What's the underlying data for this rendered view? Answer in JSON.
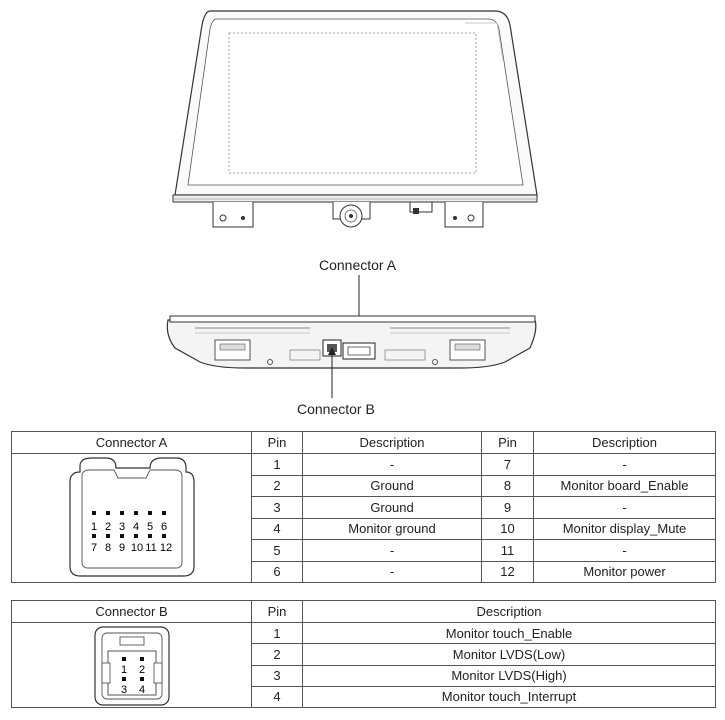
{
  "diagram": {
    "connector_a_callout": "Connector A",
    "connector_b_callout": "Connector B"
  },
  "table_a": {
    "headers": [
      "Connector A",
      "Pin",
      "Description",
      "Pin",
      "Description"
    ],
    "face_pins_top": [
      "1",
      "2",
      "3",
      "4",
      "5",
      "6"
    ],
    "face_pins_bottom": [
      "7",
      "8",
      "9",
      "10",
      "11",
      "12"
    ],
    "rows": [
      {
        "pin_left": "1",
        "desc_left": "-",
        "pin_right": "7",
        "desc_right": "-"
      },
      {
        "pin_left": "2",
        "desc_left": "Ground",
        "pin_right": "8",
        "desc_right": "Monitor board_Enable"
      },
      {
        "pin_left": "3",
        "desc_left": "Ground",
        "pin_right": "9",
        "desc_right": "-"
      },
      {
        "pin_left": "4",
        "desc_left": "Monitor ground",
        "pin_right": "10",
        "desc_right": "Monitor display_Mute"
      },
      {
        "pin_left": "5",
        "desc_left": "-",
        "pin_right": "11",
        "desc_right": "-"
      },
      {
        "pin_left": "6",
        "desc_left": "-",
        "pin_right": "12",
        "desc_right": "Monitor power"
      }
    ]
  },
  "table_b": {
    "headers": [
      "Connector B",
      "Pin",
      "Description"
    ],
    "face_pins_top": [
      "1",
      "2"
    ],
    "face_pins_bottom": [
      "3",
      "4"
    ],
    "rows": [
      {
        "pin": "1",
        "desc": "Monitor touch_Enable"
      },
      {
        "pin": "2",
        "desc": "Monitor LVDS(Low)"
      },
      {
        "pin": "3",
        "desc": "Monitor LVDS(High)"
      },
      {
        "pin": "4",
        "desc": "Monitor touch_Interrupt"
      }
    ]
  }
}
